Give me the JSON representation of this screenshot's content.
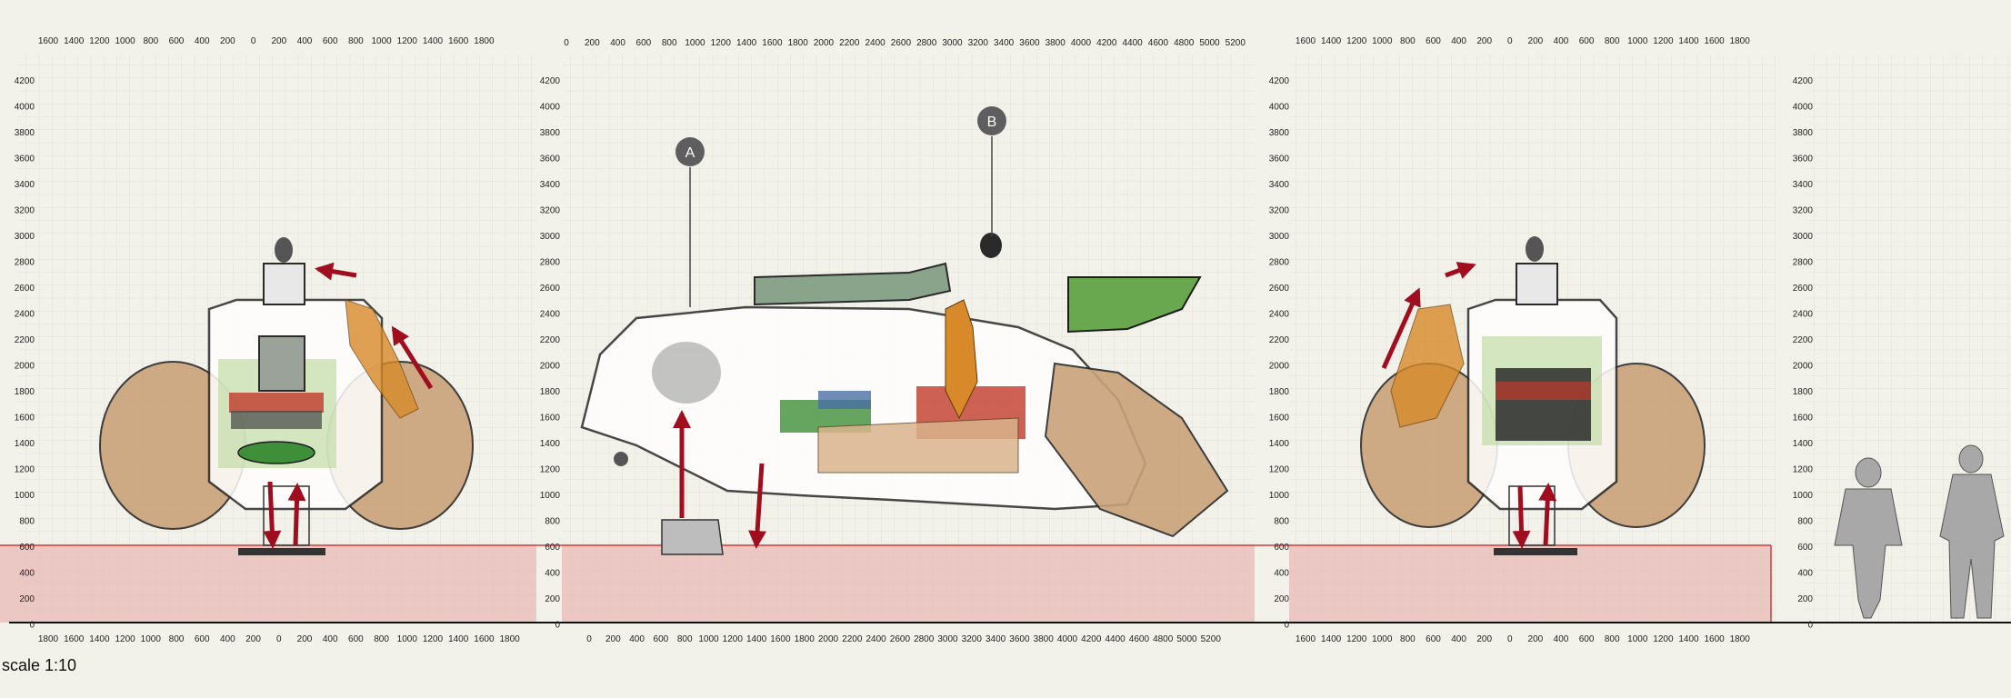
{
  "scale_label": "scale 1:10",
  "callouts": [
    {
      "id": "A",
      "label": "A"
    },
    {
      "id": "B",
      "label": "B"
    }
  ],
  "colors": {
    "paper": "#f2f1ea",
    "grid": "#c9c8bb",
    "ground_zone": "#e9b7b4",
    "ground_line": "#d23a3a",
    "arrow": "#a00d1e",
    "bronze": "#c9a27a",
    "orange": "#d88a2a",
    "green": "#6aa84f",
    "red_block": "#c0392b",
    "callout": "#5e5e5e"
  },
  "views": {
    "front": {
      "top_ticks": [
        "1600",
        "1400",
        "1200",
        "1000",
        "800",
        "600",
        "400",
        "200",
        "0",
        "200",
        "400",
        "600",
        "800",
        "1000",
        "1200",
        "1400",
        "1600",
        "1800"
      ],
      "bottom_ticks": [
        "1800",
        "1600",
        "1400",
        "1200",
        "1000",
        "800",
        "600",
        "400",
        "200",
        "0",
        "200",
        "400",
        "600",
        "800",
        "1000",
        "1200",
        "1400",
        "1600",
        "1800"
      ],
      "left_ticks": [
        "4200",
        "4000",
        "3800",
        "3600",
        "3400",
        "3200",
        "3000",
        "2800",
        "2600",
        "2400",
        "2200",
        "2000",
        "1800",
        "1600",
        "1400",
        "1200",
        "1000",
        "800",
        "600",
        "400",
        "200",
        "0"
      ]
    },
    "side": {
      "top_ticks": [
        "0",
        "200",
        "400",
        "600",
        "800",
        "1000",
        "1200",
        "1400",
        "1600",
        "1800",
        "2000",
        "2200",
        "2400",
        "2600",
        "2800",
        "3000",
        "3200",
        "3400",
        "3600",
        "3800",
        "4000",
        "4200",
        "4400",
        "4600",
        "4800",
        "5000",
        "5200"
      ],
      "bottom_ticks": [
        "0",
        "200",
        "400",
        "600",
        "800",
        "1000",
        "1200",
        "1400",
        "1600",
        "1800",
        "2000",
        "2200",
        "2400",
        "2600",
        "2800",
        "3000",
        "3200",
        "3400",
        "3600",
        "3800",
        "4000",
        "4200",
        "4400",
        "4600",
        "4800",
        "5000",
        "5200"
      ],
      "left_ticks": [
        "4200",
        "4000",
        "3800",
        "3600",
        "3400",
        "3200",
        "3000",
        "2800",
        "2600",
        "2400",
        "2200",
        "2000",
        "1800",
        "1600",
        "1400",
        "1200",
        "1000",
        "800",
        "600",
        "400",
        "200",
        "0"
      ]
    },
    "rear": {
      "top_ticks": [
        "1600",
        "1400",
        "1200",
        "1000",
        "800",
        "600",
        "400",
        "200",
        "0",
        "200",
        "400",
        "600",
        "800",
        "1000",
        "1200",
        "1400",
        "1600",
        "1800"
      ],
      "bottom_ticks": [
        "1600",
        "1400",
        "1200",
        "1000",
        "800",
        "600",
        "400",
        "200",
        "0",
        "200",
        "400",
        "600",
        "800",
        "1000",
        "1200",
        "1400",
        "1600",
        "1800"
      ],
      "left_ticks": [
        "4200",
        "4000",
        "3800",
        "3600",
        "3400",
        "3200",
        "3000",
        "2800",
        "2600",
        "2400",
        "2200",
        "2000",
        "1800",
        "1600",
        "1400",
        "1200",
        "1000",
        "800",
        "600",
        "400",
        "200",
        "0"
      ]
    },
    "figures": {
      "left_ticks": [
        "4200",
        "4000",
        "3800",
        "3600",
        "3400",
        "3200",
        "3000",
        "2800",
        "2600",
        "2400",
        "2200",
        "2000",
        "1800",
        "1600",
        "1400",
        "1200",
        "1000",
        "800",
        "600",
        "400",
        "200",
        "0"
      ]
    }
  }
}
